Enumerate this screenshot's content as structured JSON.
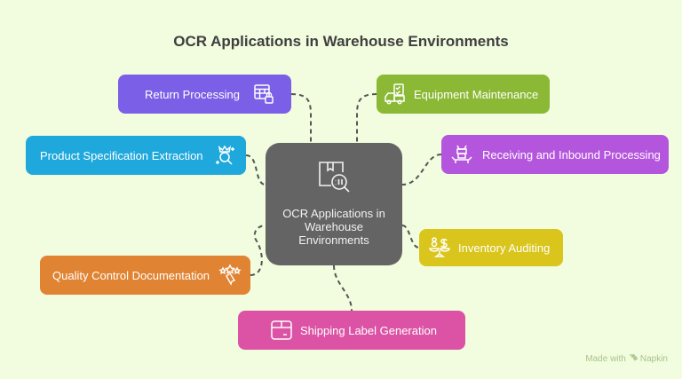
{
  "title": "OCR Applications in Warehouse Environments",
  "center": {
    "label": "OCR Applications in Warehouse Environments",
    "icon": "package-search-icon",
    "color": "#646464"
  },
  "nodes": [
    {
      "id": "return-processing",
      "label": "Return Processing",
      "icon": "table-lock-icon",
      "color": "#7b5fe6"
    },
    {
      "id": "equipment-maintenance",
      "label": "Equipment Maintenance",
      "icon": "truck-checklist-icon",
      "color": "#8bb935"
    },
    {
      "id": "product-specification-extraction",
      "label": "Product Specification Extraction",
      "icon": "crown-search-icon",
      "color": "#1fa8dc"
    },
    {
      "id": "receiving-and-inbound-processing",
      "label": "Receiving and Inbound Processing",
      "icon": "robot-arm-icon",
      "color": "#b455dd"
    },
    {
      "id": "inventory-auditing",
      "label": "Inventory Auditing",
      "icon": "balance-scale-icon",
      "color": "#d9c51b"
    },
    {
      "id": "quality-control-documentation",
      "label": "Quality Control Documentation",
      "icon": "stars-badge-icon",
      "color": "#e08433"
    },
    {
      "id": "shipping-label-generation",
      "label": "Shipping Label Generation",
      "icon": "box-icon",
      "color": "#dc53a5"
    }
  ],
  "footer": {
    "prefix": "Made with",
    "brand": "Napkin"
  },
  "background": "#f2fcdf"
}
